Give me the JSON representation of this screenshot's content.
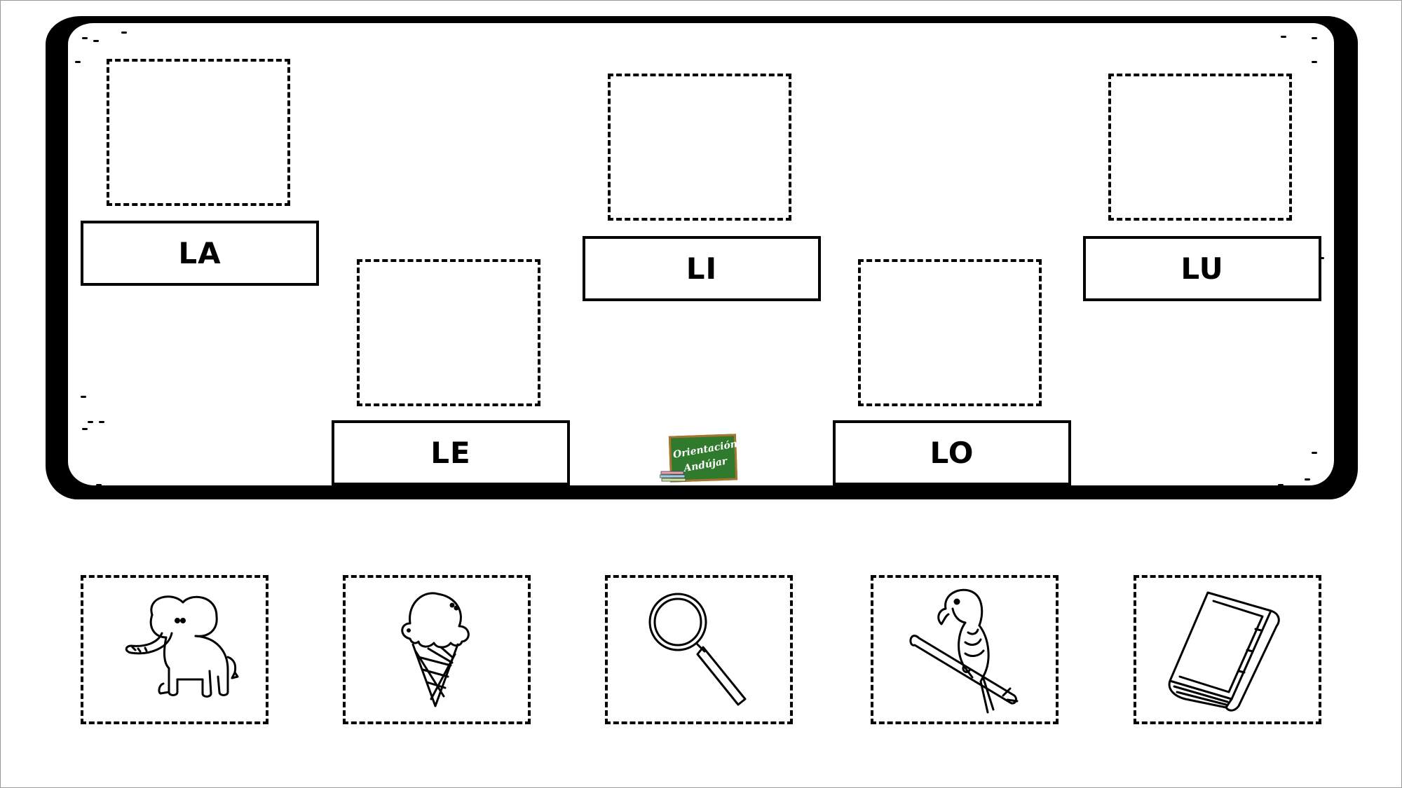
{
  "syllables": [
    {
      "id": "la",
      "label": "LA"
    },
    {
      "id": "le",
      "label": "LE"
    },
    {
      "id": "li",
      "label": "LI"
    },
    {
      "id": "lo",
      "label": "LO"
    },
    {
      "id": "lu",
      "label": "LU"
    }
  ],
  "logo": {
    "line1": "Orientación",
    "line2": "Andújar"
  },
  "pictures": [
    "elephant-icon",
    "ice-cream-icon",
    "magnifying-glass-icon",
    "parrot-icon",
    "book-icon"
  ],
  "colors": {
    "ink": "#000000",
    "logo_board": "#2f7a2c",
    "logo_frame": "#a8752f"
  }
}
